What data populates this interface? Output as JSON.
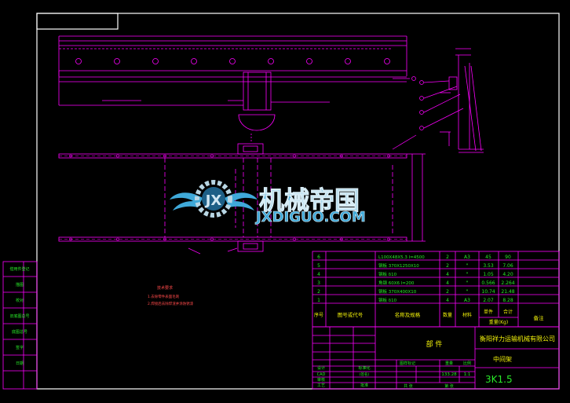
{
  "colors": {
    "background": "#000000",
    "border": "#ffffff",
    "drawing": "#ff00ff",
    "text": "#29e829",
    "title_text": "#f2f20a",
    "note_text": "#ff4a4a",
    "logo_blue": "#3fa9d9"
  },
  "watermark": {
    "cn": "机械帝国",
    "en": "JXDIGUO.COM"
  },
  "notes": {
    "title": "技术要求",
    "lines": [
      "1.去除零件表面毛刺",
      "2.焊接后去除焊渣并涂防锈漆"
    ]
  },
  "parts_list": {
    "headers": {
      "index": "序号",
      "code": "图号或代号",
      "name": "名称及规格",
      "qty": "数量",
      "material": "材料",
      "unit_weight": "单件",
      "total_weight": "合计",
      "weight": "重量(Kg)",
      "remarks": "备注"
    },
    "rows": [
      {
        "index": "6",
        "name": "L100X48X5.3   l=4500",
        "qty": "2",
        "material": "A3",
        "unit": "45",
        "total": "90"
      },
      {
        "index": "5",
        "name": "钢板  370X1250X10",
        "qty": "2",
        "material": "\"",
        "unit": "3.53",
        "total": "7.06"
      },
      {
        "index": "4",
        "name": "钢板  δ10",
        "qty": "4",
        "material": "\"",
        "unit": "1.05",
        "total": "4.20"
      },
      {
        "index": "3",
        "name": "角钢  60X6   l=200",
        "qty": "4",
        "material": "\"",
        "unit": "0.566",
        "total": "2.264"
      },
      {
        "index": "2",
        "name": "钢板  370X400X10",
        "qty": "2",
        "material": "\"",
        "unit": "10.74",
        "total": "21.48"
      },
      {
        "index": "1",
        "name": "钢板  δ10",
        "qty": "4",
        "material": "A3",
        "unit": "2.07",
        "total": "8.28"
      }
    ]
  },
  "title_block": {
    "part_type": "部 件",
    "company": "衡阳祥力运输机械有限公司",
    "drawing_name": "中间架",
    "drawing_no": "3K1.5",
    "left_rows": [
      "设计",
      "CAD",
      "审核",
      "工艺"
    ],
    "std_label": "标准化",
    "approve_label": "批准",
    "sign_date": "(签名)",
    "stage_label": "图样标记",
    "weight_label": "重量",
    "scale_label": "比例",
    "weight_value": "133.28",
    "scale_value": "1:1",
    "sheet_total": "共  张",
    "sheet_no": "第  张"
  },
  "side_stamp": [
    "借用件登记",
    "描图",
    "校对",
    "旧底图总号",
    "底图总号",
    "签字",
    "日期"
  ]
}
